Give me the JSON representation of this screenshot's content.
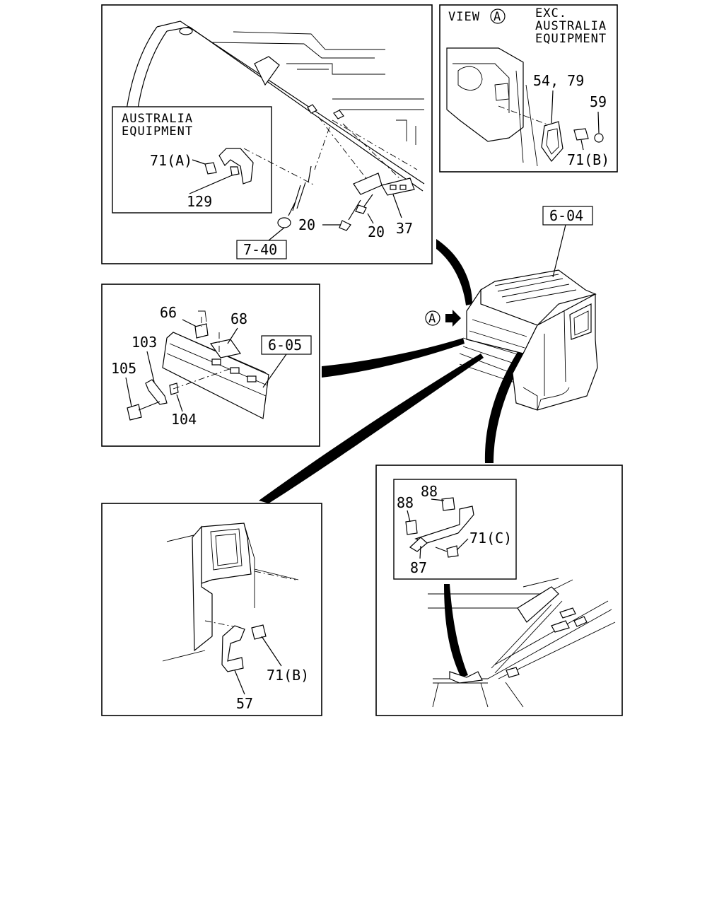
{
  "panels": {
    "top_left": {
      "inset_title": [
        "AUSTRALIA",
        "EQUIPMENT"
      ],
      "callouts": [
        "71(A)",
        "129",
        "20",
        "20",
        "37"
      ],
      "ref_box": "7-40"
    },
    "top_right": {
      "view_label": "VIEW",
      "view_marker": "A",
      "note": [
        "EXC.",
        "AUSTRALIA",
        "EQUIPMENT"
      ],
      "callouts": [
        "54, 79",
        "59",
        "71(B)"
      ]
    },
    "middle_left": {
      "callouts": [
        "66",
        "68",
        "103",
        "105",
        "104"
      ],
      "ref_box": "6-05"
    },
    "cab": {
      "ref_box": "6-04",
      "arrow_marker": "A"
    },
    "bottom_left": {
      "callouts": [
        "71(B)",
        "57"
      ]
    },
    "bottom_right": {
      "callouts": [
        "88",
        "88",
        "71(C)",
        "87"
      ]
    }
  }
}
